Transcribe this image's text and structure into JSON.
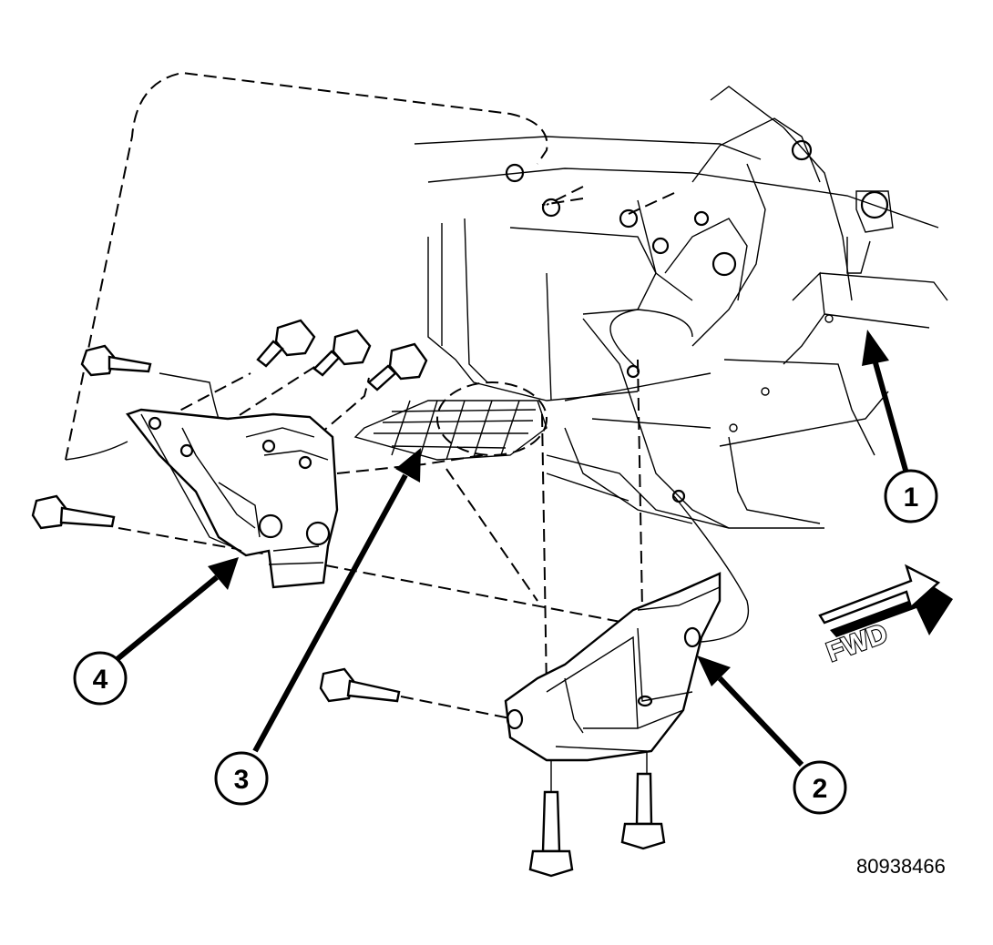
{
  "callouts": [
    {
      "label": "1"
    },
    {
      "label": "2"
    },
    {
      "label": "3"
    },
    {
      "label": "4"
    }
  ],
  "direction_label": "FWD",
  "figure_id": "80938466"
}
